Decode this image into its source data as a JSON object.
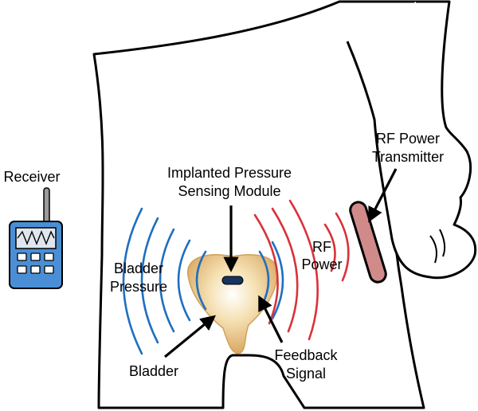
{
  "labels": {
    "receiver": "Receiver",
    "implant_line1": "Implanted Pressure",
    "implant_line2": "Sensing Module",
    "rf_transmitter_line1": "RF Power",
    "rf_transmitter_line2": "Transmitter",
    "bladder_pressure_line1": "Bladder",
    "bladder_pressure_line2": "Pressure",
    "rf_power_line1": "RF",
    "rf_power_line2": "Power",
    "bladder": "Bladder",
    "feedback_line1": "Feedback",
    "feedback_line2": "Signal"
  },
  "colors": {
    "outline": "#000000",
    "receiver_body": "#4a8fd6",
    "receiver_screen": "#dfe6ee",
    "pressure_waves": "#1f6fc0",
    "rf_waves": "#d8323a",
    "transmitter": "#d08a8a",
    "bladder": "#f2d7a0",
    "implant": "#17345f"
  }
}
